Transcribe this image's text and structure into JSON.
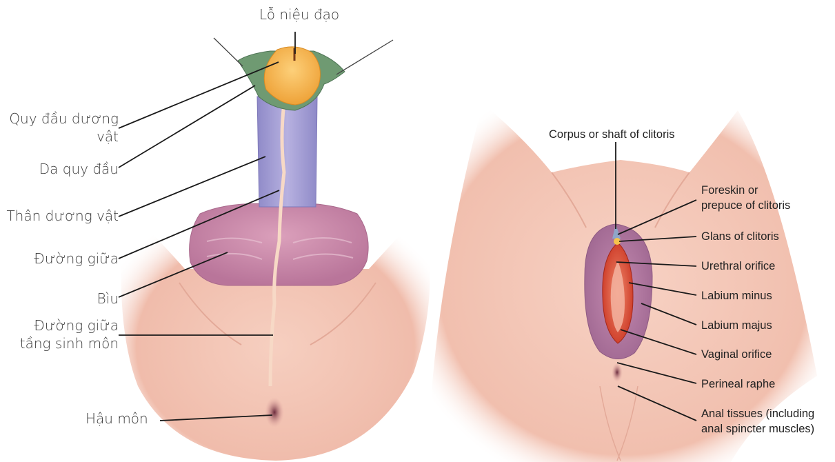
{
  "male_diagram": {
    "labels": {
      "urethral_opening": "Lỗ niệu đạo",
      "glans_line1": "Quy đầu dương",
      "glans_line2": "vật",
      "foreskin": "Da quy đầu",
      "shaft": "Thân dương vật",
      "midline": "Đường giữa",
      "scrotum": "Bìu",
      "perineal_line1": "Đường giữa",
      "perineal_line2": "tầng sinh môn",
      "anus": "Hậu môn"
    }
  },
  "female_diagram": {
    "labels": {
      "corpus": "Corpus or shaft of clitoris",
      "foreskin_line1": "Foreskin or",
      "foreskin_line2": "prepuce of clitoris",
      "glans": "Glans of clitoris",
      "urethral": "Urethral orifice",
      "labium_minus": "Labium minus",
      "labium_majus": "Labium majus",
      "vaginal": "Vaginal orifice",
      "perineal_raphe": "Perineal raphe",
      "anal_line1": "Anal tissues (including",
      "anal_line2": "anal spincter muscles)"
    }
  },
  "colors": {
    "skin": "#f3c6b6",
    "skin_dark": "#e8a597",
    "shaft": "#a9a3d6",
    "glans": "#f6b64a",
    "foreskin": "#6f9a72",
    "scrotum": "#c98aa8",
    "labia_majora": "#b67aa2",
    "labia_minora": "#d4452f",
    "leader_line": "#1a1a1a"
  }
}
